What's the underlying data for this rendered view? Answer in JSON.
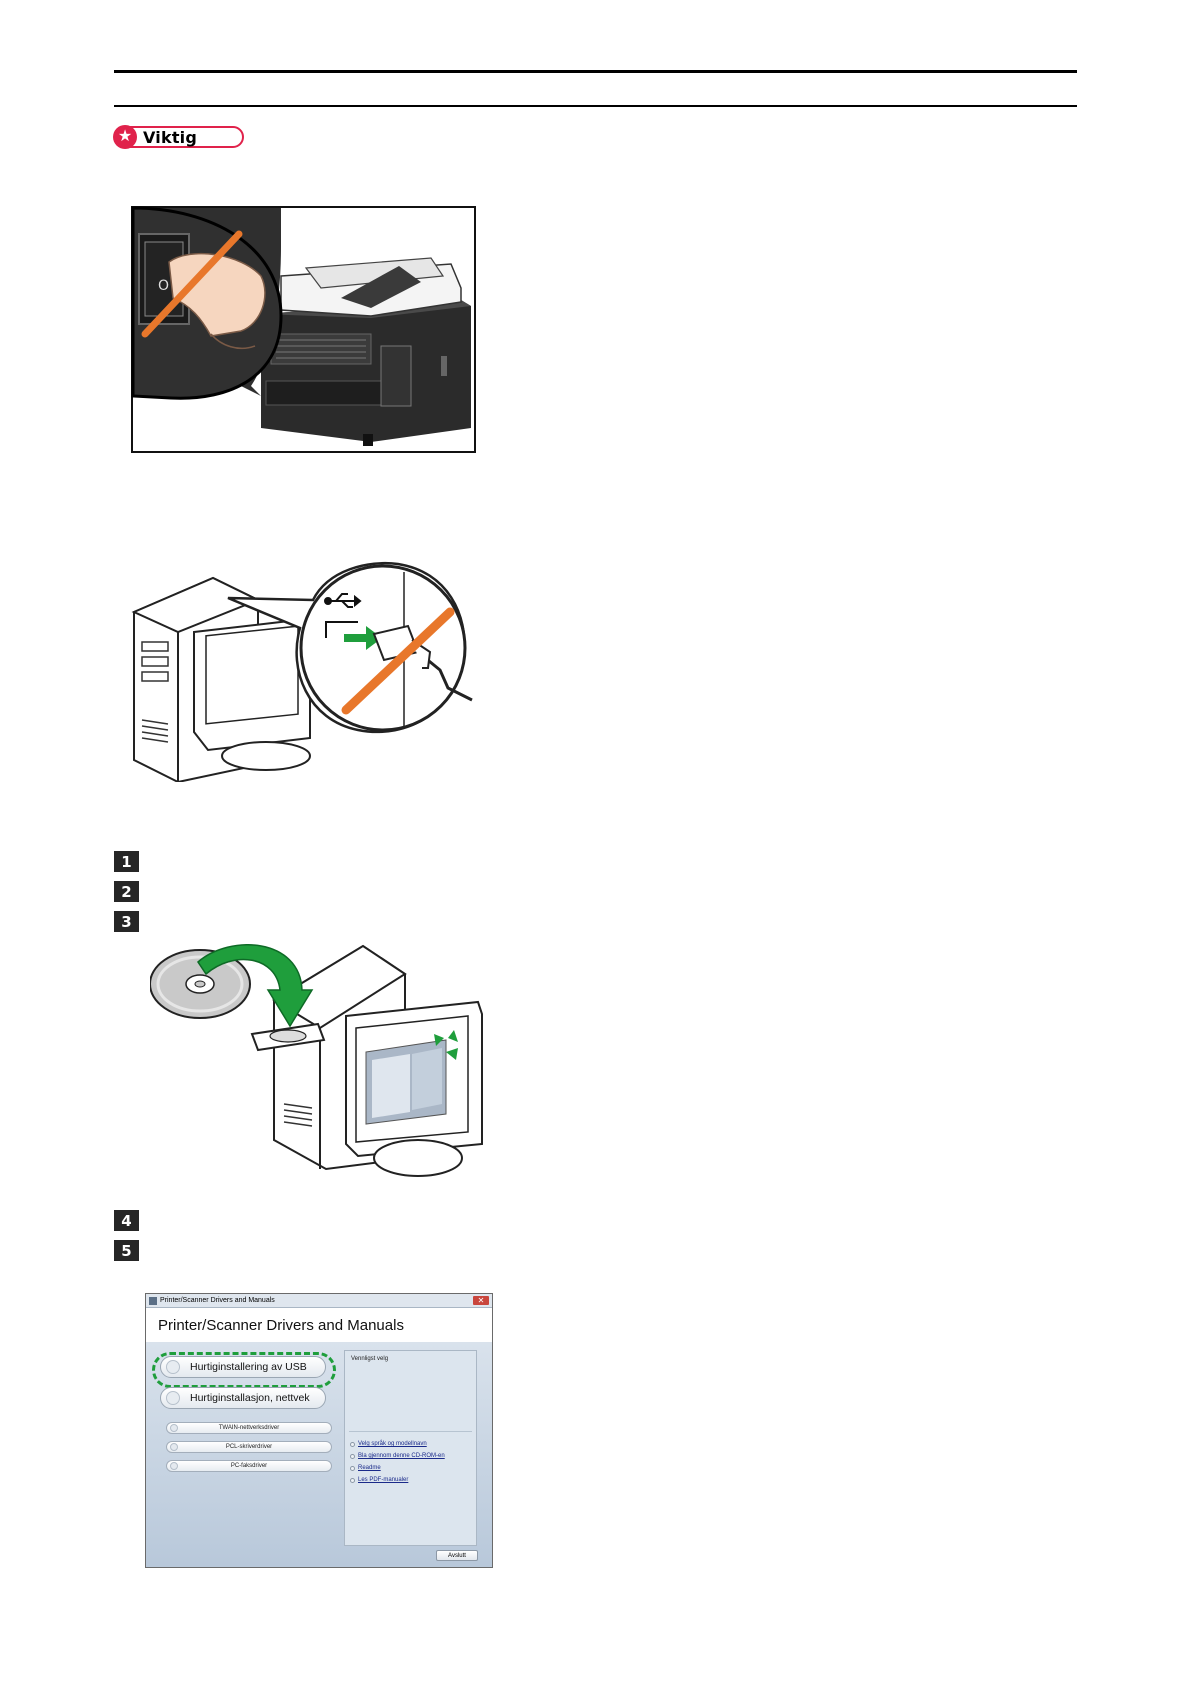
{
  "badge": {
    "label": "Viktig",
    "icon": "star-icon",
    "color": "#e0224b"
  },
  "steps": [
    {
      "number": "1"
    },
    {
      "number": "2"
    },
    {
      "number": "3"
    },
    {
      "number": "4"
    },
    {
      "number": "5"
    }
  ],
  "figures": {
    "power_switch": {
      "switch_symbol": "O",
      "strike_color": "#e8772b"
    },
    "usb": {
      "strike_color": "#e8772b",
      "arrow_color": "#1f9e3c"
    },
    "cd_insert": {
      "arrow_color": "#1f9e3c"
    }
  },
  "dialog": {
    "window_title": "Printer/Scanner Drivers and Manuals",
    "close_glyph": "✕",
    "header": "Printer/Scanner Drivers and Manuals",
    "primary_buttons": [
      {
        "label": "Hurtiginstallering av USB"
      },
      {
        "label": "Hurtiginstallasjon, nettvek"
      }
    ],
    "secondary_buttons": [
      {
        "label": "TWAIN-nettverksdriver"
      },
      {
        "label": "PCL-skriverdriver"
      },
      {
        "label": "PC-faksdriver"
      }
    ],
    "panel_title": "Vennligst velg",
    "links": [
      {
        "label": "Velg språk og modellnavn"
      },
      {
        "label": "Bla gjennom denne CD-ROM-en"
      },
      {
        "label": "Readme"
      },
      {
        "label": "Les PDF-manualer"
      }
    ],
    "exit_label": "Avslutt",
    "highlight_color": "#1f9e3c"
  }
}
